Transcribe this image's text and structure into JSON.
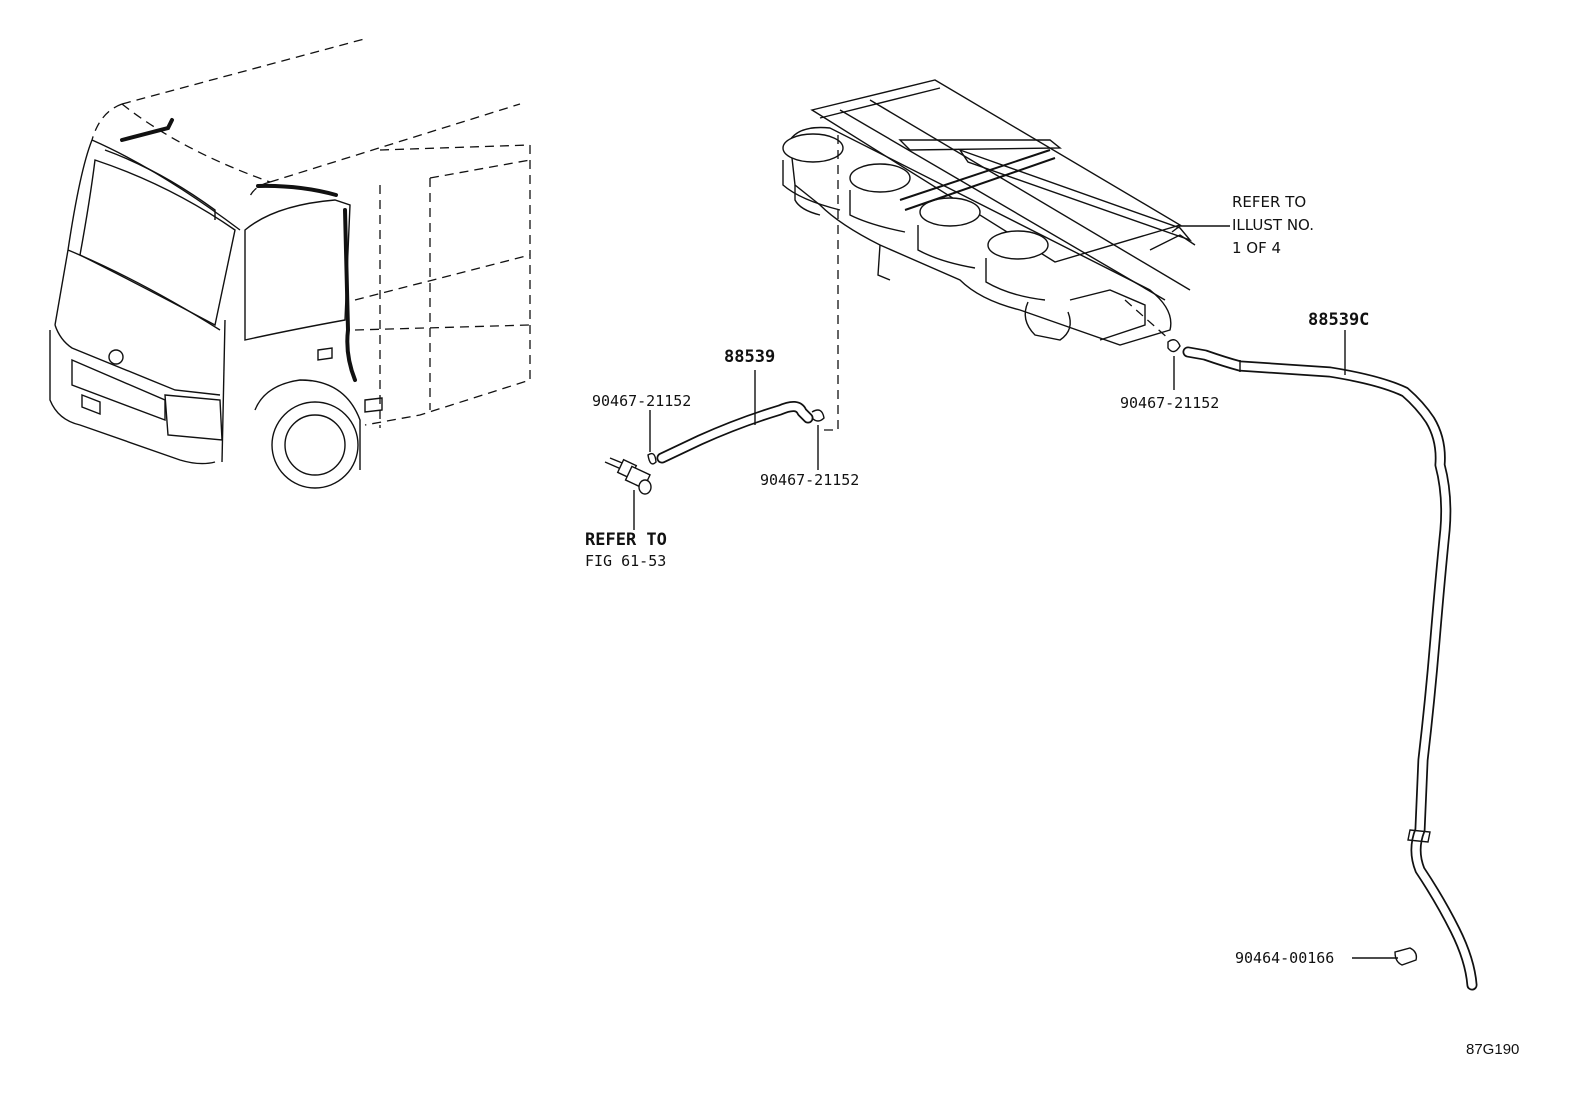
{
  "labels": {
    "part_88539": "88539",
    "part_88539c": "88539C",
    "clamp_left_top": "90467-21152",
    "clamp_left_bottom": "90467-21152",
    "clamp_right": "90467-21152",
    "clip_bottom": "90464-00166",
    "refer_fig_line1": "REFER TO",
    "refer_fig_line2": "FIG 61-53",
    "refer_illust_line1": "REFER TO",
    "refer_illust_line2": "ILLUST NO.",
    "refer_illust_line3": "1 OF 4",
    "figure_code": "87G190"
  }
}
